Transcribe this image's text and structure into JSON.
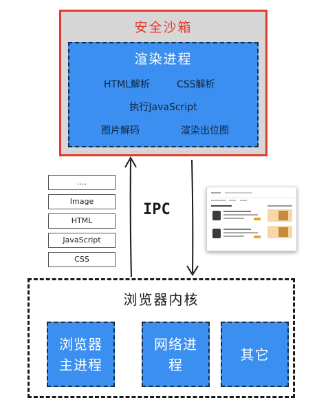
{
  "sandbox": {
    "title": "安全沙箱",
    "renderer": {
      "title": "渲染进程",
      "tasks": [
        "HTML解析",
        "CSS解析",
        "执行JavaScript",
        "图片解码",
        "渲染出位图"
      ]
    }
  },
  "ipc_label": "IPC",
  "resources": [
    "....",
    "Image",
    "HTML",
    "JavaScript",
    "CSS"
  ],
  "kernel": {
    "title": "浏览器内核",
    "processes": [
      "浏览器主进程",
      "网络进程",
      "其它"
    ]
  },
  "colors": {
    "sandbox_border": "#e23b2e",
    "sandbox_bg": "#d7d7d7",
    "process_blue": "#3b8ff0"
  }
}
